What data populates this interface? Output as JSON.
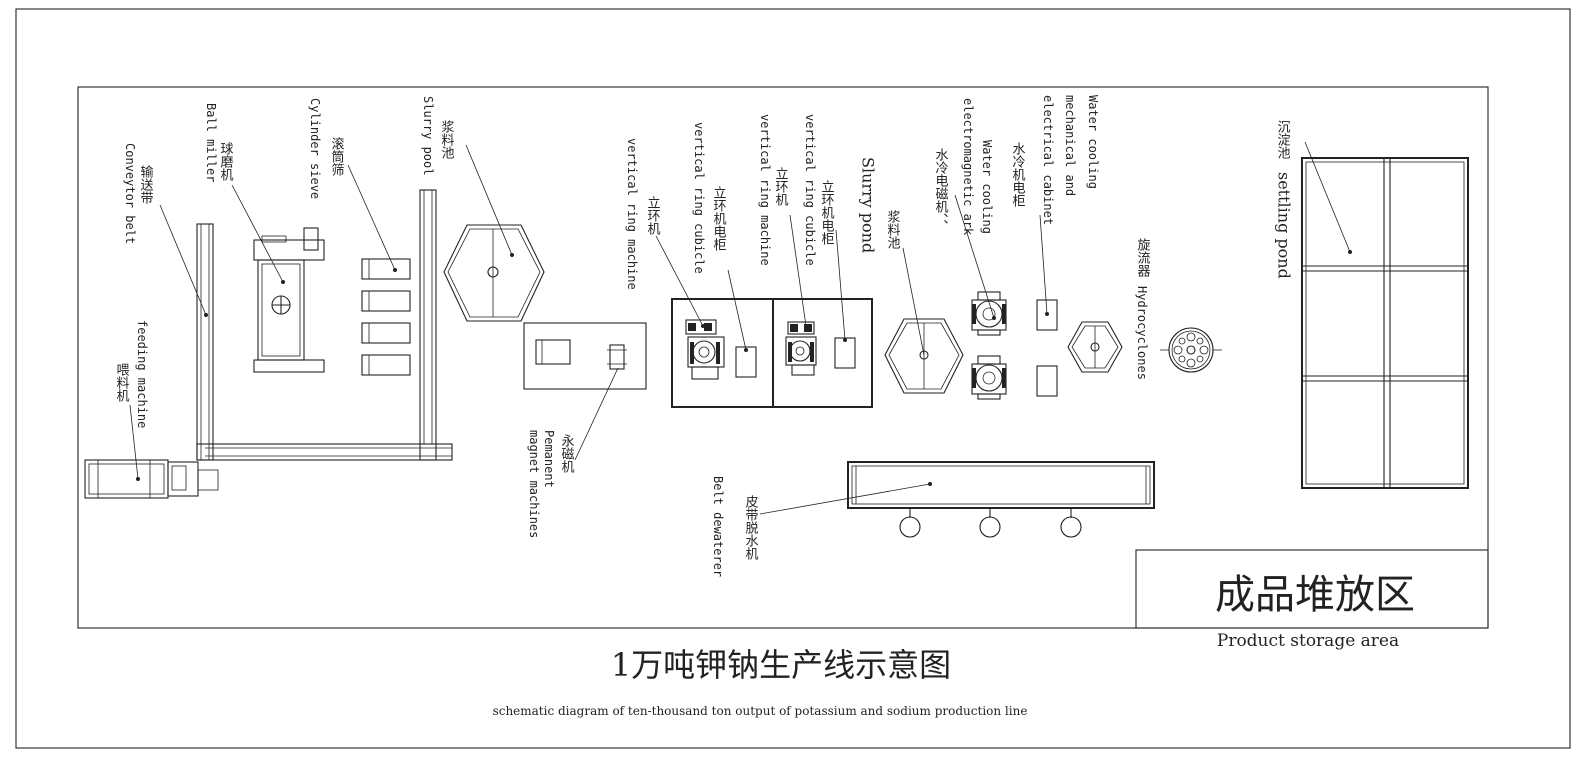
{
  "diagram": {
    "title_cn": "1万吨钾钠生产线示意图",
    "title_en": "schematic diagram of ten-thousand ton output of potassium and sodium production line",
    "product_area": {
      "cn": "成品堆放区",
      "en": "Product storage area"
    },
    "labels": {
      "conveyor_belt": {
        "cn": "输送带",
        "en": "Conveytor belt"
      },
      "ball_miller": {
        "cn": "球磨机",
        "en": "Ball miller"
      },
      "cylinder_sieve": {
        "cn": "滚筒筛",
        "en": "Cylinder sieve"
      },
      "slurry_pool": {
        "cn": "浆料池",
        "en": "Slurry pool"
      },
      "feeding_machine": {
        "cn": "喂料机",
        "en": "feeding machine"
      },
      "permanent_magnet": {
        "cn": "永磁机",
        "en1": "Pemanent",
        "en2": "magnet machines"
      },
      "vertical_ring_1": {
        "cn": "立环机",
        "en": "vertical ring machine"
      },
      "vertical_ring_cubicle_1": {
        "cn": "立环机电柜",
        "en": "vertical ring cubicle"
      },
      "vertical_ring_2": {
        "cn": "立环机",
        "en": "vertical ring machine"
      },
      "vertical_ring_cubicle_2": {
        "cn": "立环机电柜",
        "en": "vertical ring cubicle"
      },
      "slurry_pond": {
        "cn": "浆料池",
        "en": "Slurry pond"
      },
      "water_cooling_ark": {
        "cn": "水冷电磁机、、",
        "en1": "Water cooling",
        "en2": "electromagnetic ark"
      },
      "water_cooling_cabinet": {
        "cn": "水冷机电柜",
        "en1": "Water cooling",
        "en2": "mechanical and",
        "en3": "electrical cabinet"
      },
      "hydrocyclones": {
        "cn": "旋流器",
        "en": "Hydrocyclones"
      },
      "settling_pond": {
        "cn": "沉淀池",
        "en": "settling pond"
      },
      "belt_dewaterer": {
        "cn": "皮带脱水机",
        "en": "Belt dewaterer"
      }
    }
  }
}
